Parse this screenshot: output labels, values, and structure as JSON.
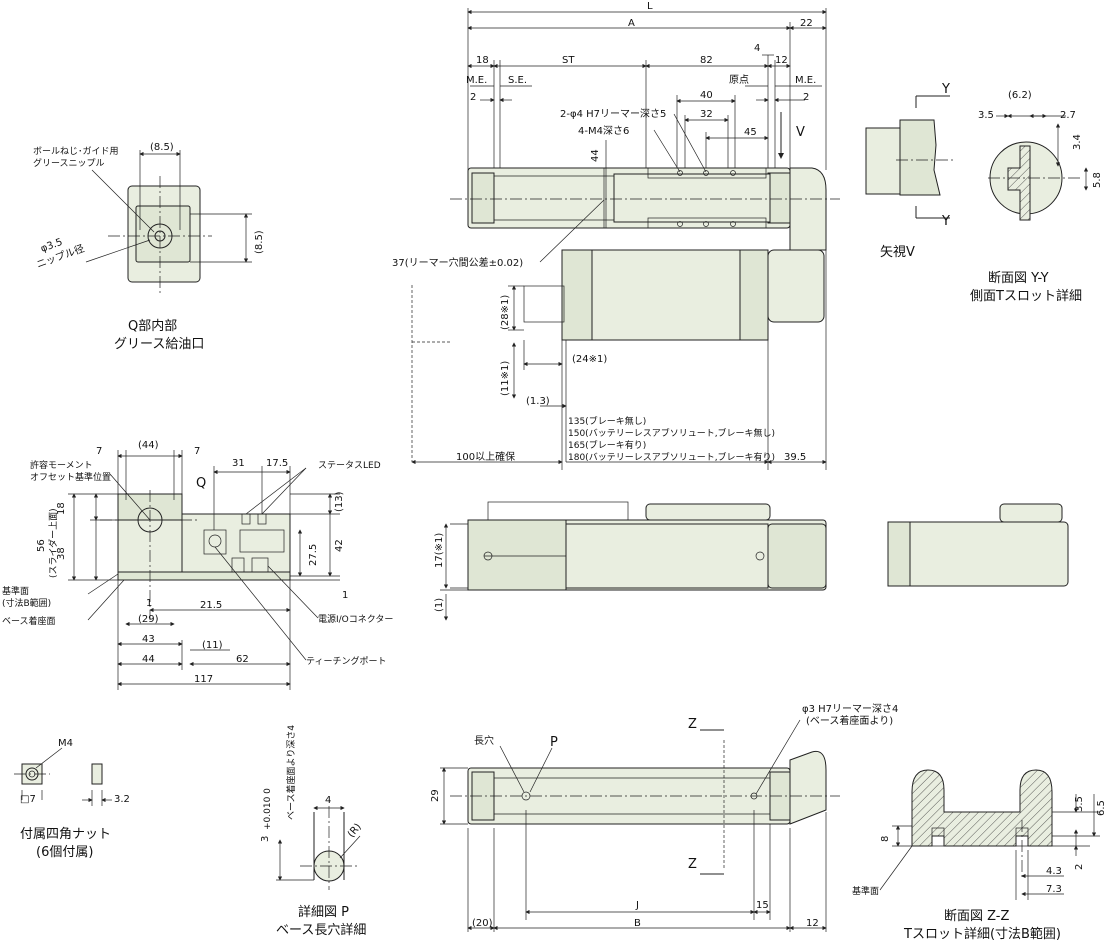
{
  "dims": {
    "L": "L",
    "A": "A",
    "d22": "22",
    "d18": "18",
    "ST": "ST",
    "d82": "82",
    "d4": "4",
    "d12a": "12",
    "ME1": "M.E.",
    "SE": "S.E.",
    "ME2": "M.E.",
    "origin": "原点",
    "d2a": "2",
    "d2b": "2",
    "d40": "40",
    "d32": "32",
    "d45": "45",
    "V": "V",
    "d44": "44",
    "hole_reamer": "2-φ4 H7リーマー深さ5",
    "hole_m4": "4-M4深さ6",
    "reamer_tol": "37(リーマー穴間公差±0.02)",
    "d28": "(28※1)",
    "d24": "(24※1)",
    "d11": "(11※1)",
    "d13": "(1.3)",
    "len135": "135(ブレーキ無し)",
    "len150": "150(バッテリーレスアブソリュート,ブレーキ無し)",
    "len165": "165(ブレーキ有り)",
    "len180": "180(バッテリーレスアブソリュート,ブレーキ有り)",
    "d100": "100以上確保",
    "d39_5": "39.5",
    "Y1": "Y",
    "Y2": "Y",
    "d6_2": "(6.2)",
    "d3_5": "3.5",
    "d2_7": "2.7",
    "d3_4": "3.4",
    "d5_8": "5.8",
    "d8_5a": "(8.5)",
    "d8_5b": "(8.5)",
    "phi35": "φ3.5",
    "nipple": "ニップル径",
    "d7a": "7",
    "d44b": "(44)",
    "d7b": "7",
    "Q": "Q",
    "d31": "31",
    "d17_5": "17.5",
    "d18b": "18",
    "d56": "56",
    "slider": "(スライダー上面)",
    "d38": "38",
    "d42": "42",
    "d27_5": "27.5",
    "d1a": "1",
    "d13b": "(13)",
    "d1b": "1",
    "d21_5": "21.5",
    "d29": "(29)",
    "d43": "43",
    "d11b": "(11)",
    "d44c": "44",
    "d62": "62",
    "d117": "117",
    "d17": "17(※1)",
    "d1c": "(1)",
    "M4": "M4",
    "sq7": "□7",
    "d3_2": "3.2",
    "d4b": "4",
    "R": "(R)",
    "depth3": "3",
    "tol3": "+0.010\n0",
    "depth_note": "ベース着座面より深さ4",
    "Z1": "Z",
    "Z2": "Z",
    "phi3": "φ3 H7リーマー深さ4",
    "phi3b": "(ベース着座面より)",
    "long_hole": "長穴",
    "P": "P",
    "d29b": "29",
    "J": "J",
    "d15": "15",
    "B": "B",
    "d20": "(20)",
    "d12b": "12",
    "d3_5b": "3.5",
    "d6_5": "6.5",
    "d8": "8",
    "d2c": "2",
    "d4_3": "4.3",
    "d7_3": "7.3",
    "base_face": "基準面"
  },
  "labels": {
    "grease_nipple": "ボールねじ･ガイド用",
    "grease_nipple2": "グリースニップル",
    "q_title1": "Q部内部",
    "q_title2": "グリース給油口",
    "view_v": "矢視V",
    "sec_yy1": "断面図 Y-Y",
    "sec_yy2": "側面Tスロット詳細",
    "moment1": "許容モーメント",
    "moment2": "オフセット基準位置",
    "status_led": "ステータスLED",
    "ref_face1": "基準面",
    "ref_face2": "(寸法B範囲)",
    "base_seat": "ベース着座面",
    "power_conn": "電源I/Oコネクター",
    "teach_port": "ティーチングポート",
    "nut1": "付属四角ナット",
    "nut2": "(6個付属)",
    "detail_p1": "詳細図 P",
    "detail_p2": "ベース長穴詳細",
    "sec_zz1": "断面図 Z-Z",
    "sec_zz2": "Tスロット詳細(寸法B範囲)"
  }
}
